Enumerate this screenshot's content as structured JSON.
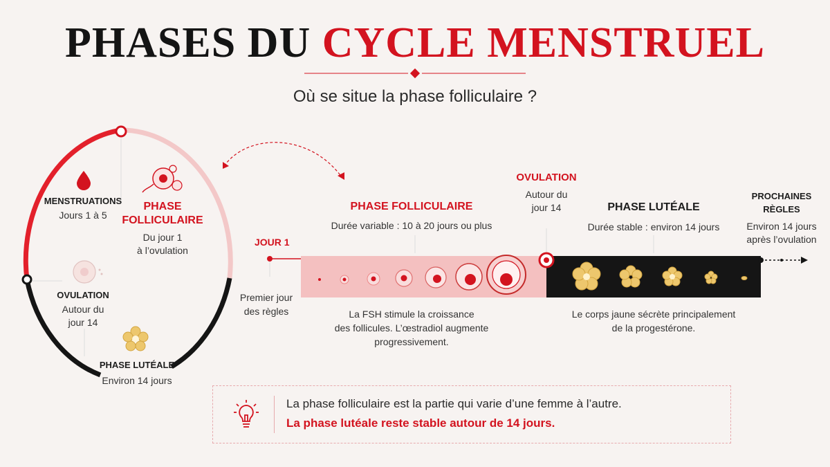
{
  "title": {
    "part1": "PHASES DU",
    "part2": "CYCLE MENSTRUEL"
  },
  "subtitle": "Où se situe la phase folliculaire ?",
  "colors": {
    "accent": "#d3131f",
    "pink": "#f4c3c4",
    "dark": "#151515",
    "gold": "#e9c46a"
  },
  "cycle": {
    "menstruations": {
      "title": "MENSTRUATIONS",
      "days": "Jours 1 à 5"
    },
    "folliculaire": {
      "title1": "PHASE",
      "title2": "FOLLICULAIRE",
      "desc1": "Du jour 1",
      "desc2": "à l’ovulation"
    },
    "ovulation": {
      "title": "OVULATION",
      "desc1": "Autour du",
      "desc2": "jour 14"
    },
    "luteale": {
      "title": "PHASE LUTÉALE",
      "desc": "Environ 14 jours"
    }
  },
  "timeline": {
    "jour1": {
      "title": "JOUR 1",
      "desc1": "Premier jour",
      "desc2": "des règles"
    },
    "folliculaire": {
      "title": "PHASE FOLLICULAIRE",
      "duration": "Durée variable : 10 à 20 jours ou plus",
      "desc1": "La FSH stimule la croissance",
      "desc2": "des follicules. L’œstradiol augmente",
      "desc3": "progressivement."
    },
    "ovulation": {
      "title": "OVULATION",
      "desc1": "Autour du",
      "desc2": "jour 14"
    },
    "luteale": {
      "title": "PHASE LUTÉALE",
      "duration": "Durée stable : environ 14 jours",
      "desc1": "Le corps jaune sécrète principalement",
      "desc2": "de la progestérone."
    },
    "prochaines": {
      "title1": "PROCHAINES",
      "title2": "RÈGLES",
      "desc1": "Environ 14 jours",
      "desc2": "après l’ovulation"
    }
  },
  "tip": {
    "icon": "lightbulb-icon",
    "line1": "La phase folliculaire est la partie qui varie d’une femme à l’autre.",
    "line2": "La phase lutéale reste stable autour de 14 jours."
  }
}
